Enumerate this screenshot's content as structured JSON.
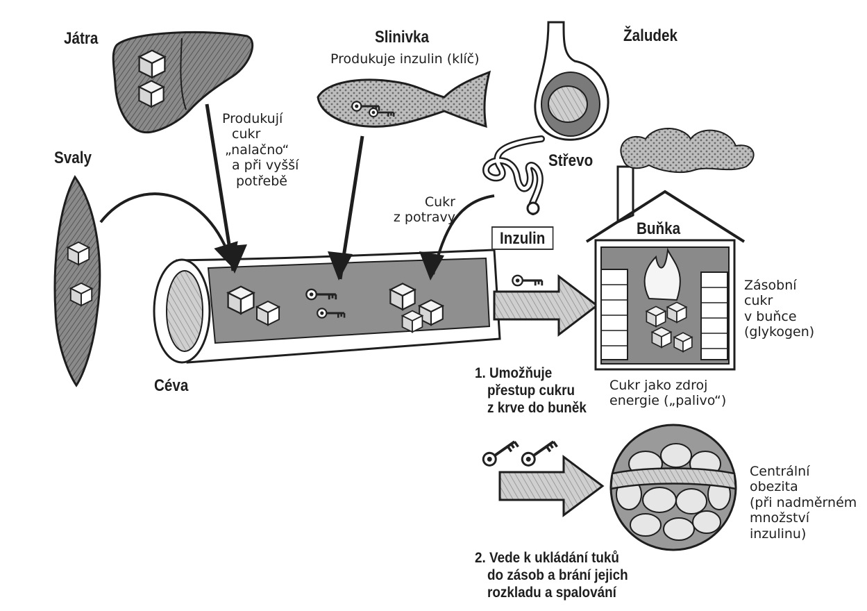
{
  "organs": {
    "liver": "Játra",
    "pancreas": "Slinivka",
    "pancreas_note": "Produkuje inzulin (klíč)",
    "stomach": "Žaludek",
    "intestine": "Střevo",
    "muscles": "Svaly",
    "vessel": "Céva",
    "cell": "Buňka"
  },
  "notes": {
    "liver_production": [
      "Produkují",
      "cukr",
      "„nalačno“",
      "a při vyšší",
      "potřebě"
    ],
    "food_sugar": [
      "Cukr",
      "z potravy"
    ],
    "insulin_box": "Inzulin",
    "stored_sugar": [
      "Zásobní",
      "cukr",
      "v buňce",
      "(glykogen)"
    ],
    "energy_sugar": [
      "Cukr jako zdroj",
      "energie („palivo“)"
    ],
    "obesity": [
      "Centrální",
      "obezita",
      "(při nadměrném",
      "množství",
      "inzulinu)"
    ]
  },
  "effects": {
    "first": [
      "1. Umožňuje",
      "přestup cukru",
      "z krve do buněk"
    ],
    "second": [
      "2. Vede k ukládání tuků",
      "do zásob a brání jejich",
      "rozkladu a spalování"
    ]
  },
  "colors": {
    "ink": "#1e1e1e",
    "shade": "#6b6b6b",
    "light_shade": "#b4b4b4",
    "paper": "#ffffff"
  }
}
